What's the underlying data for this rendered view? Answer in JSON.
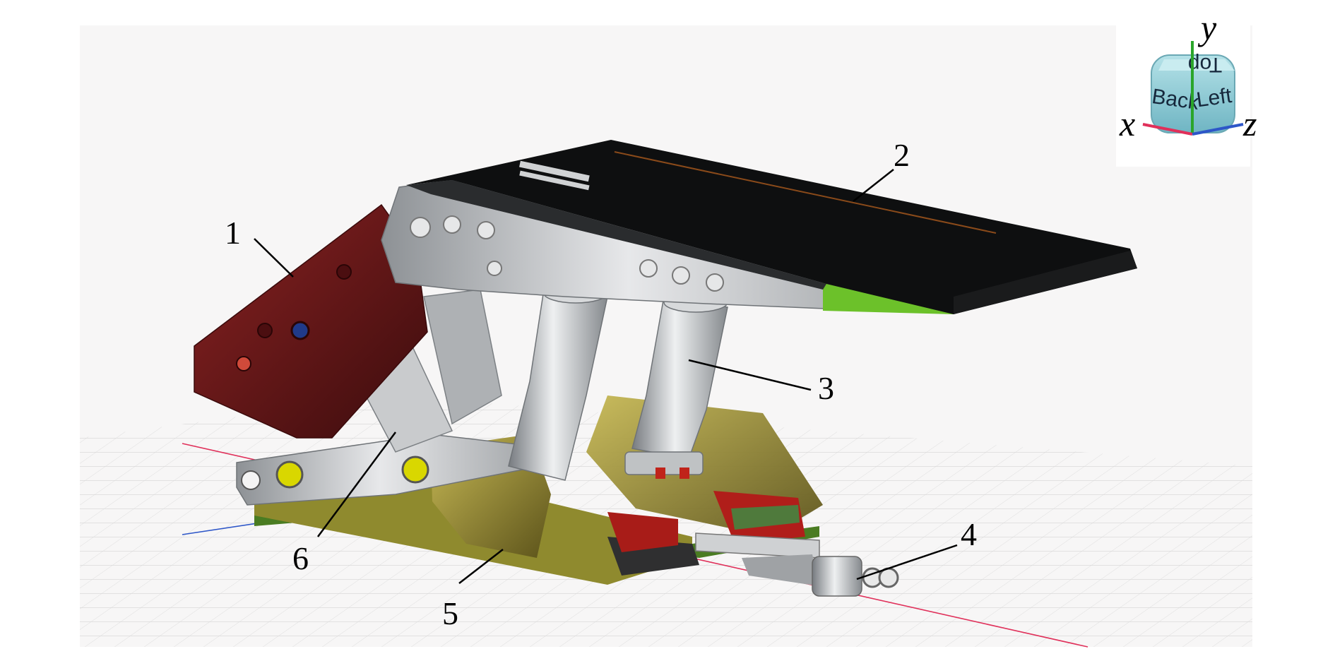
{
  "callouts": {
    "c1": "1",
    "c2": "2",
    "c3": "3",
    "c4": "4",
    "c5": "5",
    "c6": "6"
  },
  "view_cube": {
    "faces": {
      "top": "Top",
      "back": "Back",
      "left": "Left"
    },
    "axes": {
      "x": "x",
      "y": "y",
      "z": "z"
    }
  },
  "colors": {
    "background": "#ffffff",
    "viewport": "#f7f6f6",
    "grid": "#dcdcdc",
    "canopy": "#0e0f10",
    "shield": "#5a1416",
    "frame": "#b9bcbf",
    "base": "#9a8c2a",
    "accent_red": "#c0231a",
    "accent_green": "#6cc12a",
    "axis_x": "#e0305a",
    "axis_y": "#2aa52a",
    "axis_z": "#2d56c8",
    "cube": "#86c7d2"
  },
  "icons": {
    "view_cube": "view-cube-icon"
  }
}
